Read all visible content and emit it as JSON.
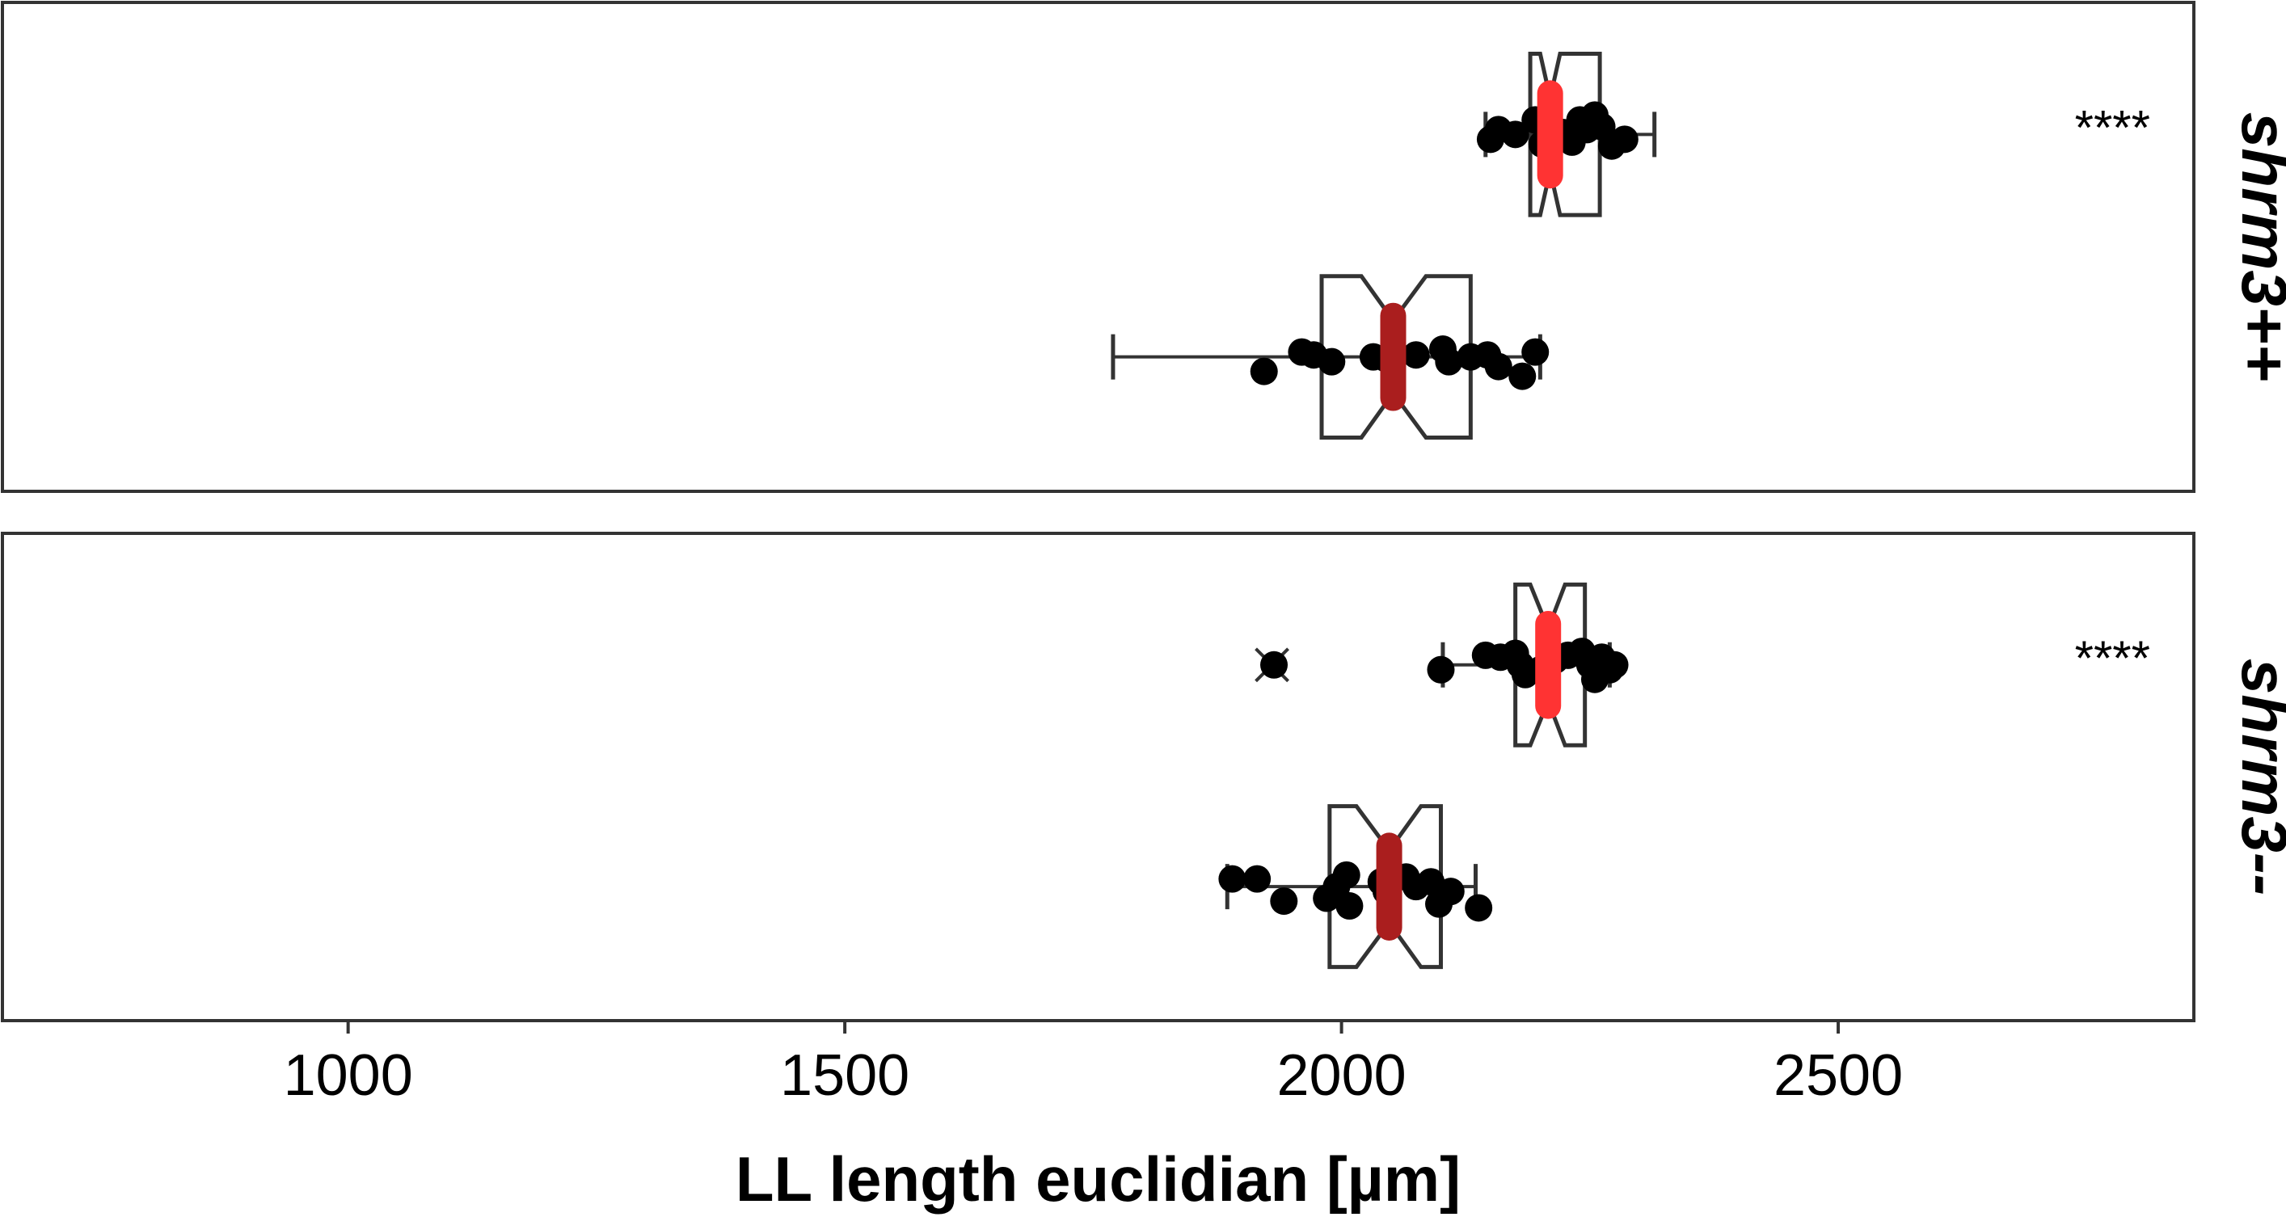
{
  "chart_data": {
    "type": "boxplot",
    "xlabel": "LL length euclidian [µm]",
    "xlim": [
      652,
      2858
    ],
    "xticks": [
      1000,
      1500,
      2000,
      2500
    ],
    "xtick_labels": [
      "1000",
      "1500",
      "2000",
      "2500"
    ],
    "grid": false,
    "legend": "none",
    "colors": {
      "upper_median": "#ff3333",
      "lower_median": "#aa1e1e",
      "box": "#333333",
      "point": "#000000"
    },
    "panels": [
      {
        "label": "shrm3++",
        "significance": "****",
        "groups": [
          {
            "position": "upper",
            "box": {
              "q1": 2190,
              "median": 2210,
              "q3": 2260,
              "notch_low": 2200,
              "notch_high": 2220,
              "whisker_low": 2145,
              "whisker_high": 2315
            },
            "points": [
              {
                "x": 2150,
                "y": 0.55
              },
              {
                "x": 2158,
                "y": 0.45
              },
              {
                "x": 2175,
                "y": 0.5
              },
              {
                "x": 2195,
                "y": 0.35
              },
              {
                "x": 2202,
                "y": 0.6
              },
              {
                "x": 2232,
                "y": 0.58
              },
              {
                "x": 2240,
                "y": 0.35
              },
              {
                "x": 2247,
                "y": 0.45
              },
              {
                "x": 2255,
                "y": 0.3
              },
              {
                "x": 2262,
                "y": 0.42
              },
              {
                "x": 2272,
                "y": 0.62
              },
              {
                "x": 2285,
                "y": 0.55
              },
              {
                "x": 2223,
                "y": 0.48
              }
            ]
          },
          {
            "position": "lower",
            "box": {
              "q1": 1980,
              "median": 2052,
              "q3": 2130,
              "notch_low": 2020,
              "notch_high": 2085,
              "whisker_low": 1770,
              "whisker_high": 2200
            },
            "points": [
              {
                "x": 1922,
                "y": 0.65
              },
              {
                "x": 1960,
                "y": 0.45
              },
              {
                "x": 1972,
                "y": 0.48
              },
              {
                "x": 1990,
                "y": 0.55
              },
              {
                "x": 2032,
                "y": 0.5
              },
              {
                "x": 2045,
                "y": 0.52
              },
              {
                "x": 2075,
                "y": 0.48
              },
              {
                "x": 2102,
                "y": 0.42
              },
              {
                "x": 2108,
                "y": 0.55
              },
              {
                "x": 2130,
                "y": 0.5
              },
              {
                "x": 2147,
                "y": 0.48
              },
              {
                "x": 2158,
                "y": 0.6
              },
              {
                "x": 2182,
                "y": 0.7
              },
              {
                "x": 2195,
                "y": 0.45
              }
            ]
          }
        ]
      },
      {
        "label": "shrm3--",
        "significance": "****",
        "groups": [
          {
            "position": "upper",
            "box": {
              "q1": 2175,
              "median": 2208,
              "q3": 2245,
              "notch_low": 2190,
              "notch_high": 2225,
              "whisker_low": 2102,
              "whisker_high": 2270
            },
            "outliers": [
              1930
            ],
            "points": [
              {
                "x": 1932,
                "y": 0.5
              },
              {
                "x": 2100,
                "y": 0.55
              },
              {
                "x": 2145,
                "y": 0.4
              },
              {
                "x": 2160,
                "y": 0.42
              },
              {
                "x": 2175,
                "y": 0.38
              },
              {
                "x": 2180,
                "y": 0.5
              },
              {
                "x": 2185,
                "y": 0.6
              },
              {
                "x": 2200,
                "y": 0.55
              },
              {
                "x": 2215,
                "y": 0.45
              },
              {
                "x": 2228,
                "y": 0.4
              },
              {
                "x": 2242,
                "y": 0.36
              },
              {
                "x": 2250,
                "y": 0.5
              },
              {
                "x": 2255,
                "y": 0.65
              },
              {
                "x": 2262,
                "y": 0.42
              },
              {
                "x": 2270,
                "y": 0.55
              },
              {
                "x": 2275,
                "y": 0.5
              }
            ]
          },
          {
            "position": "lower",
            "box": {
              "q1": 1988,
              "median": 2048,
              "q3": 2100,
              "notch_low": 2015,
              "notch_high": 2080,
              "whisker_low": 1885,
              "whisker_high": 2135
            },
            "points": [
              {
                "x": 1890,
                "y": 0.42
              },
              {
                "x": 1915,
                "y": 0.42
              },
              {
                "x": 1942,
                "y": 0.65
              },
              {
                "x": 1985,
                "y": 0.62
              },
              {
                "x": 1995,
                "y": 0.5
              },
              {
                "x": 2005,
                "y": 0.38
              },
              {
                "x": 2008,
                "y": 0.7
              },
              {
                "x": 2040,
                "y": 0.45
              },
              {
                "x": 2045,
                "y": 0.55
              },
              {
                "x": 2065,
                "y": 0.4
              },
              {
                "x": 2075,
                "y": 0.5
              },
              {
                "x": 2090,
                "y": 0.45
              },
              {
                "x": 2098,
                "y": 0.68
              },
              {
                "x": 2110,
                "y": 0.55
              },
              {
                "x": 2138,
                "y": 0.72
              }
            ]
          }
        ]
      }
    ]
  }
}
